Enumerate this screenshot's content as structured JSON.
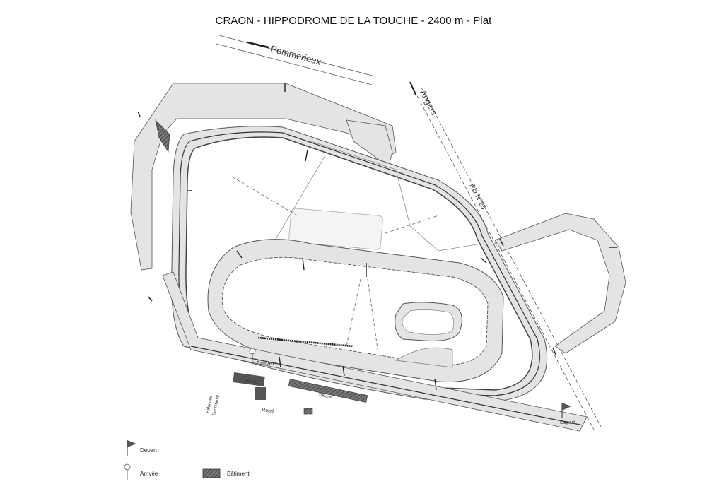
{
  "title": "CRAON - HIPPODROME DE LA TOUCHE - 2400 m - Plat",
  "map": {
    "roads": {
      "pommerieux": "Pommerieux",
      "angers": "Angers",
      "rd": "RD N°25"
    },
    "labels": {
      "arrivee": "Arrivée",
      "depart": "Départ",
      "balances": "Balances",
      "secretariat": "Secrétariat",
      "rond": "Rond",
      "tribune_1": "Tribune",
      "tribune_2": "Tribune"
    }
  },
  "legend": {
    "depart": "Départ",
    "arrivee": "Arrivée",
    "batiment": "Bâtiment"
  },
  "colors": {
    "track_fill": "#e4e4e4",
    "line": "#4a4a4a",
    "building": "#555555"
  }
}
